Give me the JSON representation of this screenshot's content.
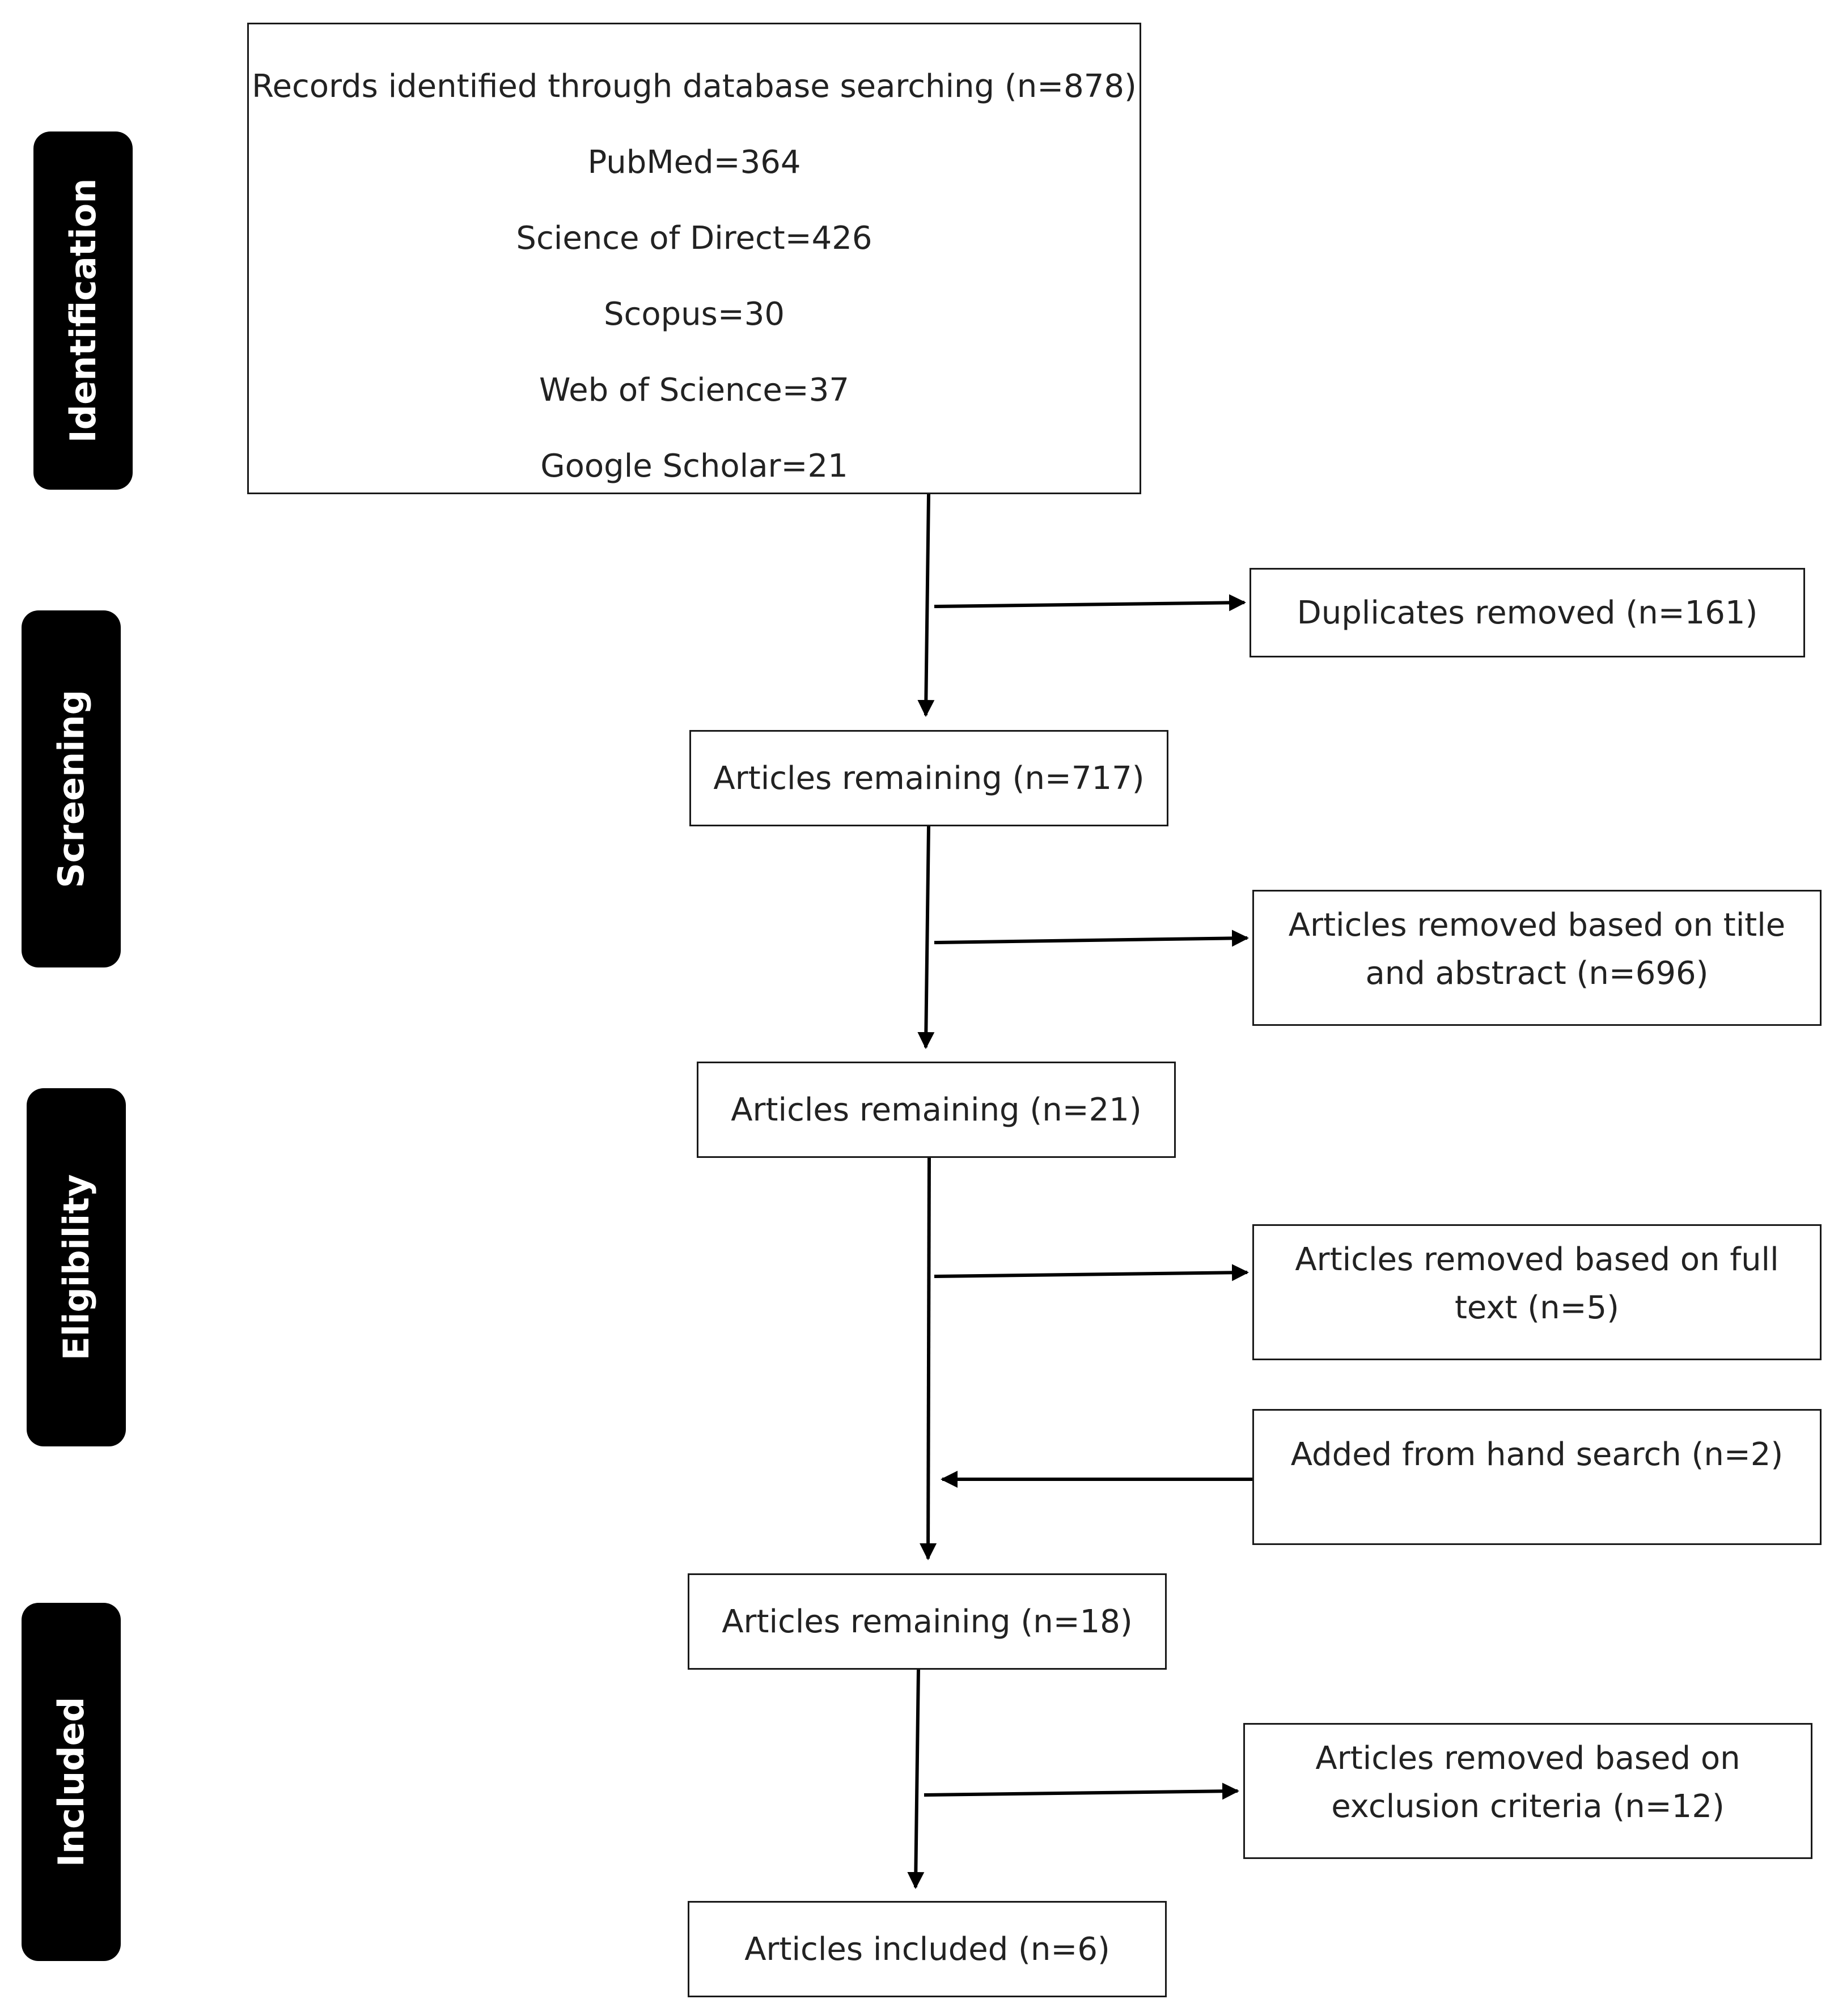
{
  "stages": [
    {
      "id": "identification",
      "label": "Identification"
    },
    {
      "id": "screening",
      "label": "Screening"
    },
    {
      "id": "eligibility",
      "label": "Eligibility"
    },
    {
      "id": "included",
      "label": "Included"
    }
  ],
  "records_box": {
    "title": "Records identified through database searching (n=878)",
    "sources": [
      "PubMed=364",
      "Science of Direct=426",
      "Scopus=30",
      "Web of Science=37",
      "Google Scholar=21"
    ]
  },
  "main_flow": [
    {
      "id": "remaining-717",
      "lines": [
        "Articles remaining (n=717)"
      ]
    },
    {
      "id": "remaining-21",
      "lines": [
        "Articles remaining (n=21)"
      ]
    },
    {
      "id": "remaining-18",
      "lines": [
        "Articles remaining (n=18)"
      ]
    },
    {
      "id": "included-6",
      "lines": [
        "Articles included (n=6)"
      ]
    }
  ],
  "side_boxes": [
    {
      "id": "duplicates-removed",
      "lines": [
        "Duplicates removed (n=161)"
      ]
    },
    {
      "id": "removed-title-abstract",
      "lines": [
        "Articles removed based on title",
        "and abstract (n=696)"
      ]
    },
    {
      "id": "removed-full-text",
      "lines": [
        "Articles removed based on full",
        "text (n=5)"
      ]
    },
    {
      "id": "added-hand-search",
      "lines": [
        "Added from hand search (n=2)"
      ]
    },
    {
      "id": "removed-exclusion",
      "lines": [
        "Articles removed based on",
        "exclusion criteria (n=12)"
      ]
    }
  ]
}
